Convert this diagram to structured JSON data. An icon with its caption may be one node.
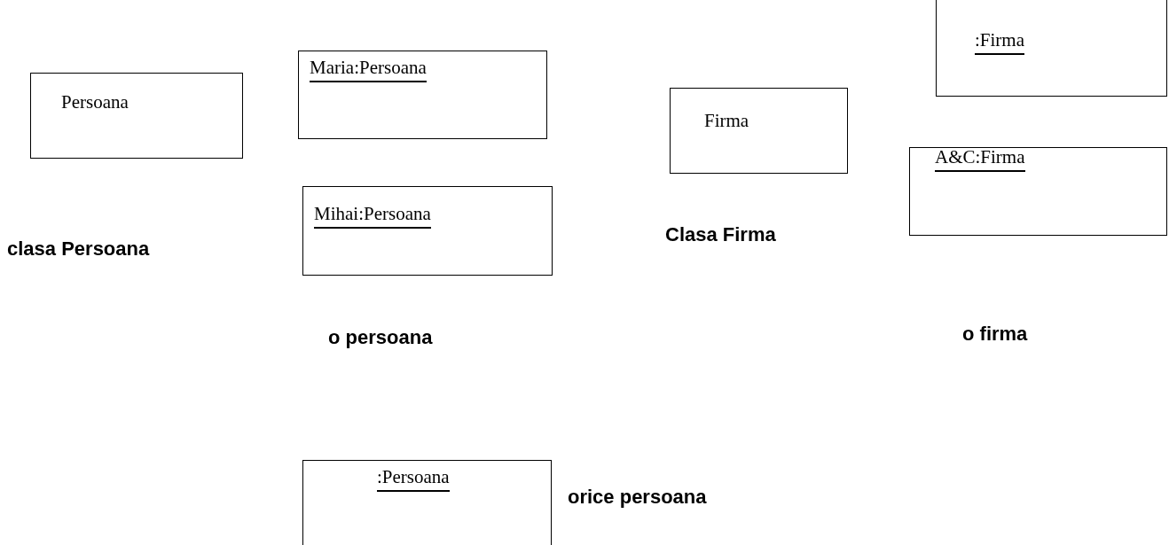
{
  "diagram": {
    "nodes": [
      {
        "text": [
          "Persoana"
        ]
      },
      {
        "text": [
          "Maria:Persoana"
        ]
      },
      {
        "text": [
          "Mihai:Persoana"
        ]
      },
      {
        "text": [
          "Firma"
        ]
      },
      {
        "text": [
          ":Firma"
        ]
      },
      {
        "text": [
          "A&C:Firma"
        ]
      },
      {
        "text": [
          ":Persoana"
        ]
      }
    ],
    "labels": [
      "clasa Persoana",
      "o persoana",
      "Clasa Firma",
      "o firma",
      "orice persoana"
    ]
  }
}
